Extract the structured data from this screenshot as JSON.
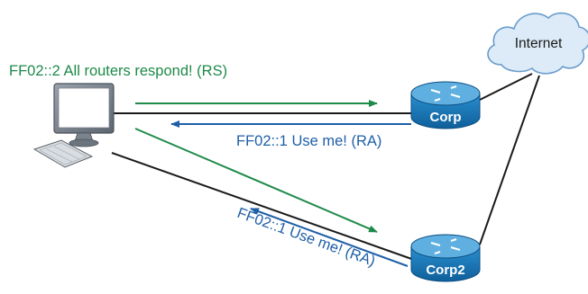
{
  "messages": {
    "rs": "FF02::2 All routers respond! (RS)",
    "ra_corp": "FF02::1 Use me! (RA)",
    "ra_corp2": "FF02::1 Use me! (RA)"
  },
  "nodes": {
    "internet": "Internet",
    "corp": "Corp",
    "corp2": "Corp2"
  },
  "colors": {
    "rs_arrow": "#1e8a4a",
    "ra_arrow": "#1f5fa8",
    "router_body": "#1a7fbf",
    "router_top": "#5fb0e0",
    "cloud_fill": "#dcebf7",
    "cloud_stroke": "#6a9ccc",
    "link": "#1a1a1a"
  },
  "icons": {
    "workstation": "desktop-computer-icon",
    "router": "router-icon",
    "cloud": "cloud-icon"
  }
}
